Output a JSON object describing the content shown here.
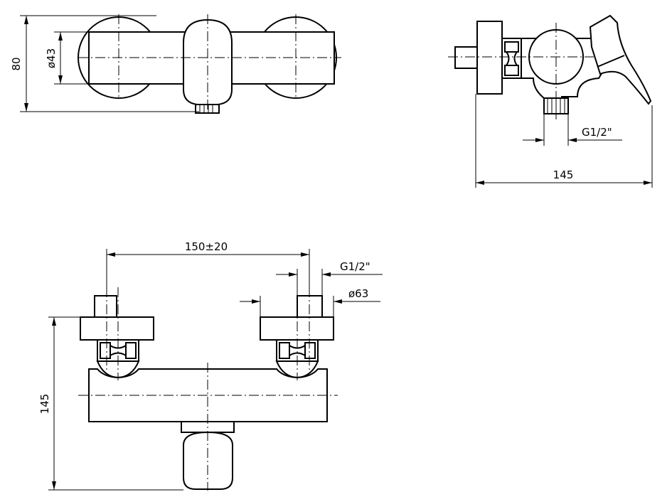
{
  "dimensions": {
    "front_height": "80",
    "front_dia": "ø43",
    "side_thread": "G1/2\"",
    "side_depth": "145",
    "top_spacing": "150±20",
    "top_thread": "G1/2\"",
    "top_dia": "ø63",
    "top_height": "145"
  }
}
